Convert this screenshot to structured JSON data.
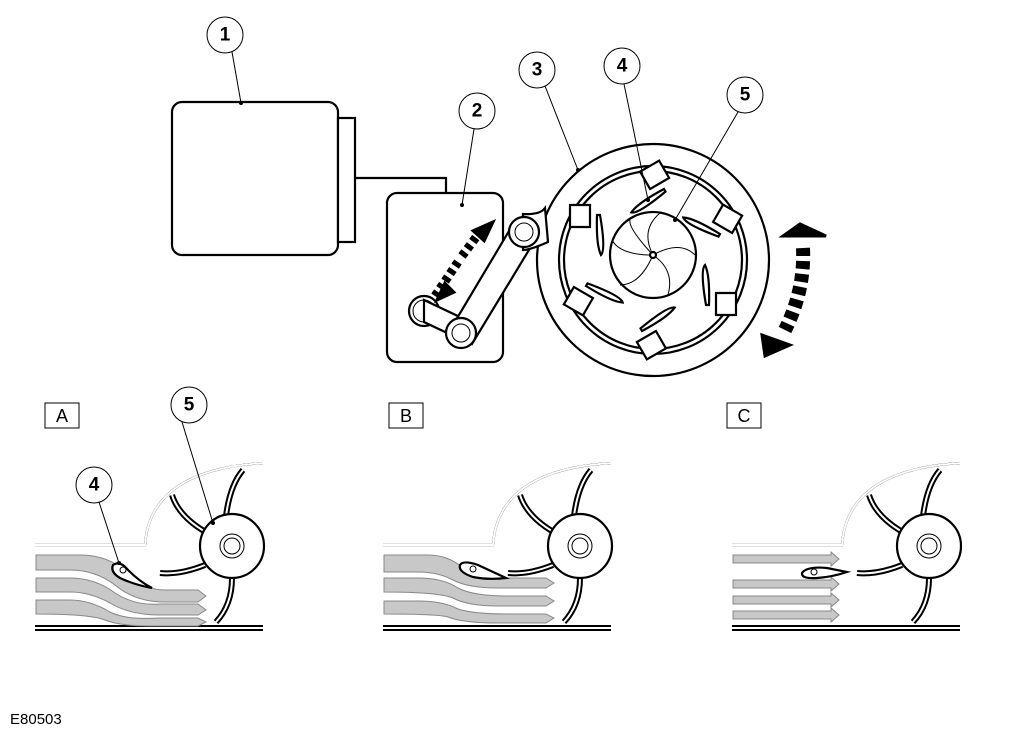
{
  "callouts_top": [
    "1",
    "2",
    "3",
    "4",
    "5"
  ],
  "panels": [
    {
      "label": "A",
      "callouts": [
        "5",
        "4"
      ]
    },
    {
      "label": "B"
    },
    {
      "label": "C"
    }
  ],
  "figure_id": "E80503",
  "colors": {
    "flow_fill": "#c8c8c8",
    "line": "#000000"
  }
}
